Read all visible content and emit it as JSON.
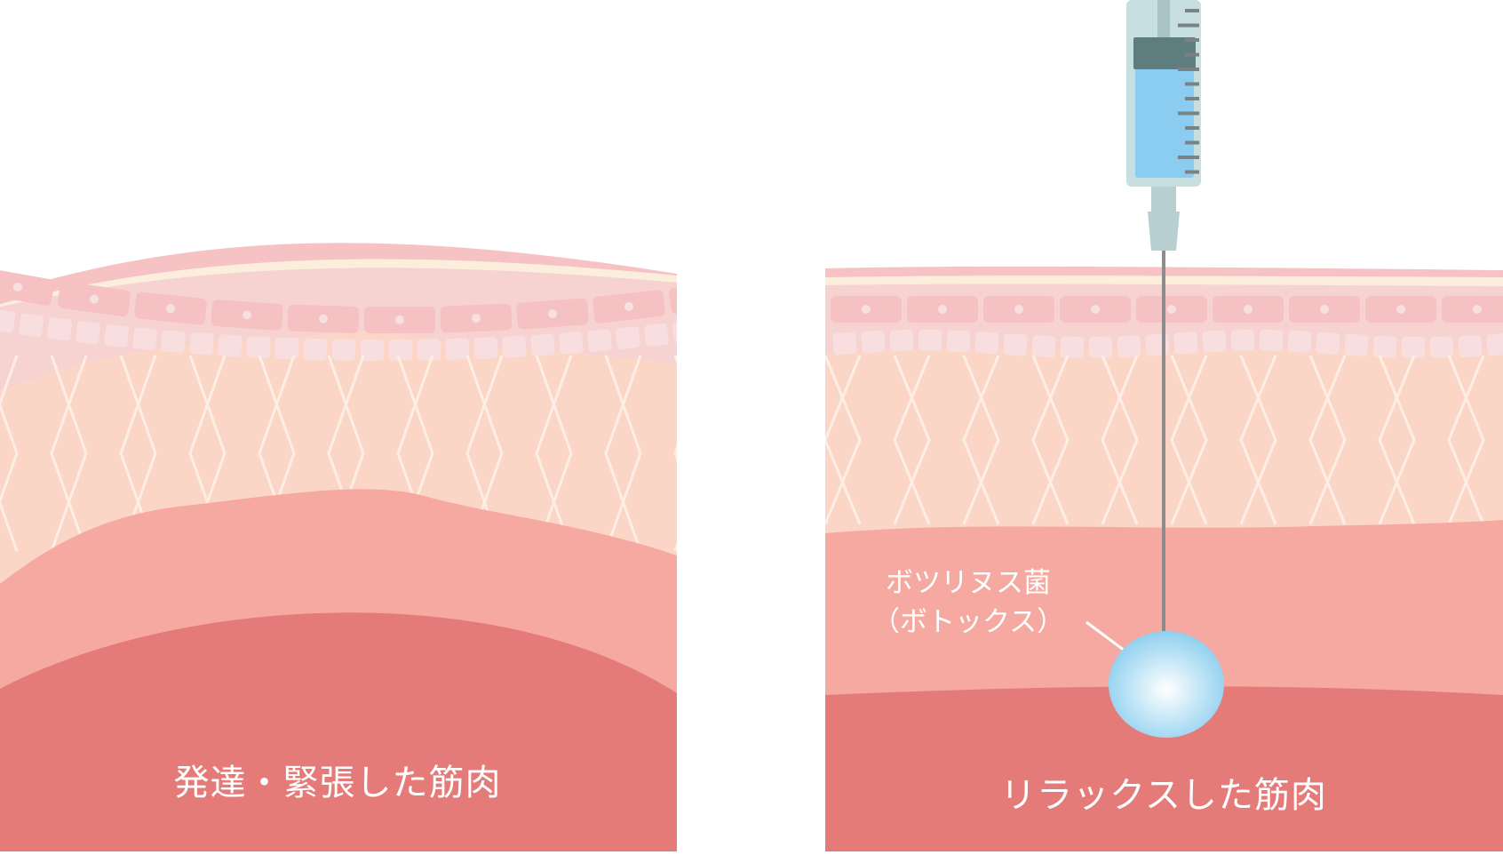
{
  "labels": {
    "tense_muscle": "発達・緊張した筋肉",
    "relaxed_muscle": "リラックスした筋肉",
    "botox_line1": "ボツリヌス菌",
    "botox_line2": "（ボトックス）"
  },
  "colors": {
    "background": "#ffffff",
    "skin_outer": "#f6c2c4",
    "skin_band": "#fbeedd",
    "skin_cell_layer": "#f6d3d1",
    "cell_fill": "#f5c1c3",
    "cell_nucleus": "#f6e0e0",
    "small_cell_fill": "#f8dede",
    "fat_tissue": "#fbd6c7",
    "fat_lines": "#fdeee5",
    "muscle_upper": "#f5a9a0",
    "muscle_deep": "#e47b79",
    "syringe_barrel": "#c7dfe0",
    "syringe_fluid": "#8bcdf0",
    "syringe_plunger": "#5f7d7f",
    "syringe_tick": "#7a8285",
    "needle": "#8c8c8c",
    "drop_center": "#ffffff",
    "drop_edge": "#8fd0ef"
  }
}
